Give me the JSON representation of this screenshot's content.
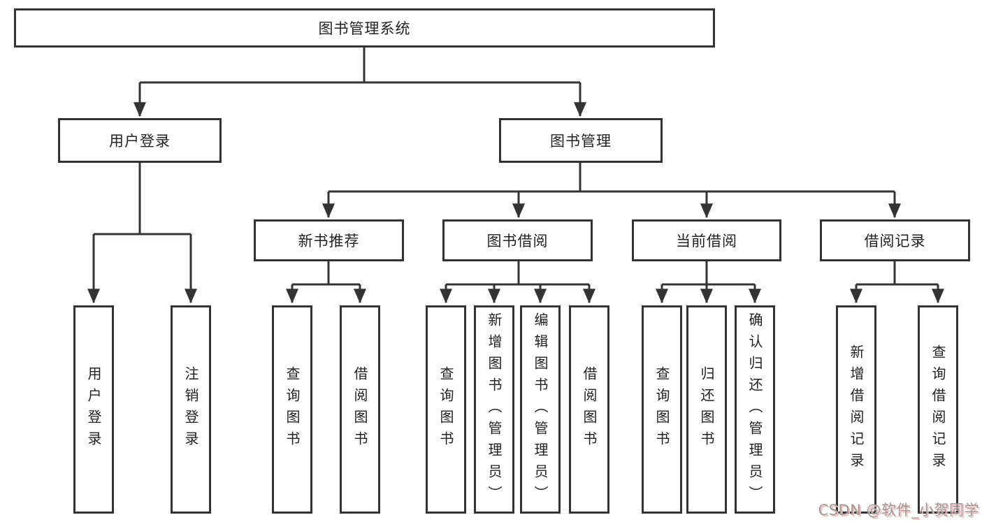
{
  "tree": {
    "root": {
      "label": "图书管理系统"
    },
    "branches": [
      {
        "label": "用户登录",
        "children": [
          {
            "label": "用户登录"
          },
          {
            "label": "注销登录"
          }
        ]
      },
      {
        "label": "图书管理",
        "groups": [
          {
            "label": "新书推荐",
            "children": [
              {
                "label": "查询图书"
              },
              {
                "label": "借阅图书"
              }
            ]
          },
          {
            "label": "图书借阅",
            "children": [
              {
                "label": "查询图书"
              },
              {
                "label": "新增图书（管理员）"
              },
              {
                "label": "编辑图书（管理员）"
              },
              {
                "label": "借阅图书"
              }
            ]
          },
          {
            "label": "当前借阅",
            "children": [
              {
                "label": "查询图书"
              },
              {
                "label": "归还图书"
              },
              {
                "label": "确认归还（管理员）"
              }
            ]
          },
          {
            "label": "借阅记录",
            "children": [
              {
                "label": "新增借阅记录"
              },
              {
                "label": "查询借阅记录"
              }
            ]
          }
        ]
      }
    ]
  },
  "watermark": {
    "text": "CSDN @软件_小贺同学"
  },
  "colors": {
    "line": "#333333",
    "box_border": "#333333",
    "box_fill": "#ffffff",
    "text": "#222222",
    "background": "#ffffff",
    "watermark": "#9b9b9b",
    "watermark_shadow": "#f6baba"
  }
}
